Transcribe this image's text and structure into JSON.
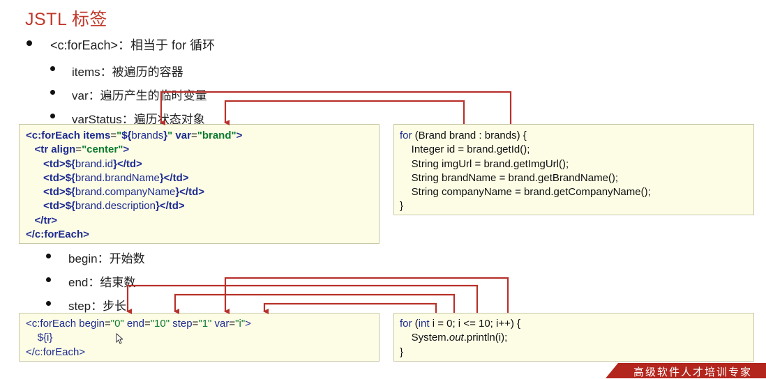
{
  "slide": {
    "title": "JSTL 标签",
    "main_bullet": "<c:forEach>：相当于 for 循环",
    "sub_bullets_top": [
      "items：被遍历的容器",
      "var：遍历产生的临时变量",
      "varStatus：遍历状态对象"
    ],
    "sub_bullets_bottom": [
      "begin：开始数",
      "end：结束数",
      "step：步长"
    ],
    "footer_text": "高级软件人才培训专家"
  },
  "code_jsp_1": {
    "l1": {
      "open": "<",
      "tag": "c:forEach",
      "a1": " items",
      "eq1": "=",
      "q1o": "\"",
      "el1": "${",
      "v1": "brands",
      "el1c": "}",
      "q1c": "\"",
      "a2": " var",
      "eq2": "=",
      "s2": "\"brand\"",
      "close": ">"
    },
    "l2": {
      "indent": "   ",
      "open": "<",
      "tag": "tr",
      "a1": " align",
      "eq1": "=",
      "s1": "\"center\"",
      "close": ">"
    },
    "rows": [
      {
        "indent": "      ",
        "open": "<td>",
        "el": "${",
        "v": "brand.id",
        "elc": "}",
        "end": "</td>"
      },
      {
        "indent": "      ",
        "open": "<td>",
        "el": "${",
        "v": "brand.brandName",
        "elc": "}",
        "end": "</td>"
      },
      {
        "indent": "      ",
        "open": "<td>",
        "el": "${",
        "v": "brand.companyName",
        "elc": "}",
        "end": "</td>"
      },
      {
        "indent": "      ",
        "open": "<td>",
        "el": "${",
        "v": "brand.description",
        "elc": "}",
        "end": "</td>"
      }
    ],
    "l7": {
      "indent": "   ",
      "text": "</tr>"
    },
    "l8": {
      "text": "</c:forEach>"
    }
  },
  "code_java_1": {
    "l1": {
      "kw": "for",
      "rest": " (Brand brand : brands) {"
    },
    "body": [
      "    Integer id = brand.getId();",
      "    String imgUrl = brand.getImgUrl();",
      "    String brandName = brand.getBrandName();",
      "    String companyName = brand.getCompanyName();"
    ],
    "end": "}"
  },
  "code_jsp_2": {
    "l1": {
      "open": "<c:forEach",
      "a1": " begin",
      "eq1": "=",
      "s1": "\"0\"",
      "a2": " end",
      "eq2": "=",
      "s2": "\"10\"",
      "a3": " step",
      "eq3": "=",
      "s3": "\"1\"",
      "a4": " var",
      "eq4": "=",
      "s4": "\"i\"",
      "close": ">"
    },
    "l2": {
      "indent": "    ",
      "text": "${i}"
    },
    "l3": {
      "text": "</c:forEach>"
    }
  },
  "code_java_2": {
    "l1": {
      "kw": "for",
      "a": " (",
      "kw2": "int",
      "b": " i = 0; i <= 10; i++) {"
    },
    "l2": {
      "indent": "    ",
      "pre": "System.",
      "it": "out",
      "post": ".println(i);"
    },
    "end": "}"
  },
  "colors": {
    "title": "#c0392b",
    "code_background": "#fdfde6",
    "arrow": "#b8312a",
    "tag": "#1d2b91",
    "string": "#0b7a2e",
    "footer": "#b3261e"
  }
}
